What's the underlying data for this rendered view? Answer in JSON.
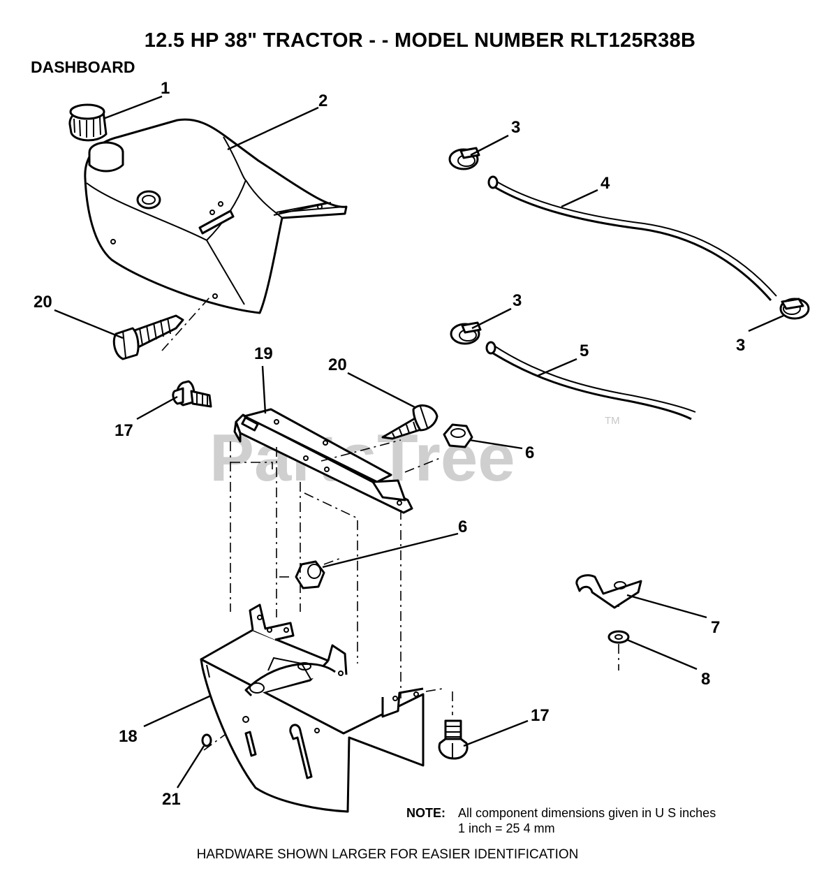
{
  "title": "12.5 HP 38\" TRACTOR - - MODEL NUMBER RLT125R38B",
  "section": "DASHBOARD",
  "watermark": "PartsTree",
  "watermark_tm": "TM",
  "callouts": {
    "c1": "1",
    "c2": "2",
    "c3a": "3",
    "c3b": "3",
    "c3c": "3",
    "c4": "4",
    "c5": "5",
    "c6a": "6",
    "c6b": "6",
    "c7": "7",
    "c8": "8",
    "c17a": "17",
    "c17b": "17",
    "c18": "18",
    "c19": "19",
    "c20a": "20",
    "c20b": "20",
    "c21": "21"
  },
  "note": {
    "label": "NOTE:",
    "line1": "All component dimensions given in U S  inches",
    "line2": "1 inch = 25 4 mm"
  },
  "footer": "HARDWARE SHOWN LARGER FOR EASIER IDENTIFICATION"
}
